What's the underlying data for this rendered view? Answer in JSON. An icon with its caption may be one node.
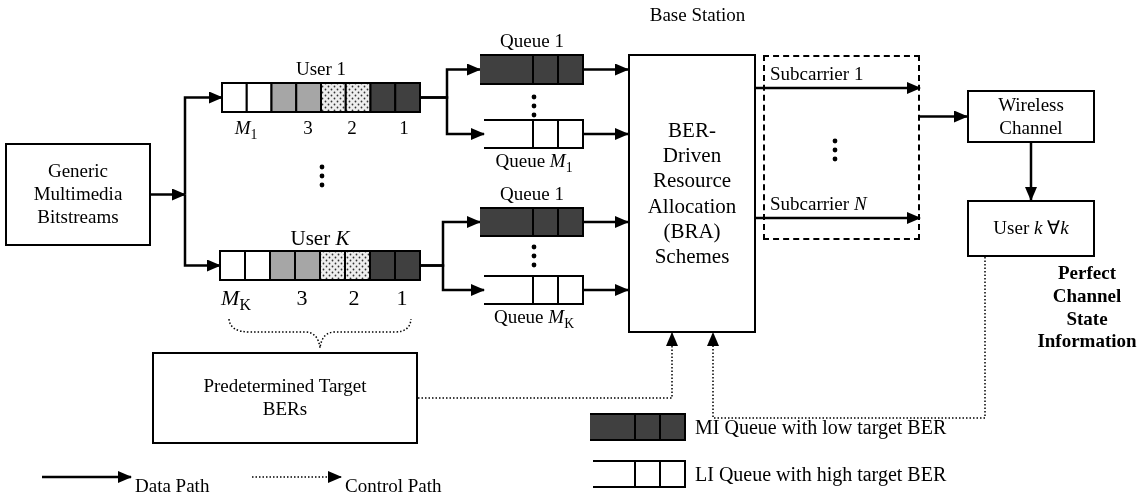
{
  "diagram": {
    "nodes": [
      {
        "text": [
          "Generic Multimedia Bitstreams"
        ]
      },
      {
        "text": [
          "User 1"
        ],
        "beside": [
          "*M*$_{1}$",
          "3",
          "2",
          "1"
        ]
      },
      {
        "text": [
          "User *K*"
        ],
        "beside": [
          "*M*$_{K}$",
          "3",
          "2",
          "1"
        ]
      },
      {
        "text": [
          "Queue 1"
        ]
      },
      {
        "text": [
          "Queue *M*$_{1}$"
        ]
      },
      {
        "text": [
          "Queue 1"
        ]
      },
      {
        "text": [
          "Queue *M*$_{K}$"
        ]
      },
      {
        "text": [
          "BER-Driven Resource Allocation (BRA) Schemes"
        ]
      },
      {
        "text": [],
        "shape": "box"
      },
      {
        "text": [
          "Wireless Channel"
        ]
      },
      {
        "text": [
          "User *k* ∀*k*"
        ]
      },
      {
        "text": [
          "Predetermined Target BERs"
        ]
      }
    ],
    "edges": [
      {
        "from": 0,
        "to": 1,
        "arrow": "to"
      },
      {
        "from": 0,
        "to": 2,
        "arrow": "to"
      },
      {
        "from": 1,
        "to": 3,
        "arrow": "to"
      },
      {
        "from": 1,
        "to": 4,
        "arrow": "to"
      },
      {
        "from": 2,
        "to": 5,
        "arrow": "to"
      },
      {
        "from": 2,
        "to": 6,
        "arrow": "to"
      },
      {
        "from": 3,
        "to": 7,
        "arrow": "to"
      },
      {
        "from": 4,
        "to": 7,
        "arrow": "to"
      },
      {
        "from": 5,
        "to": 7,
        "arrow": "to"
      },
      {
        "from": 6,
        "to": 7,
        "arrow": "to"
      },
      {
        "from": 7,
        "to": 8,
        "arrow": "to",
        "label": "Subcarrier 1"
      },
      {
        "from": 7,
        "to": 8,
        "arrow": "to",
        "label": "Subcarrier *N*"
      },
      {
        "from": 8,
        "to": 9,
        "arrow": "to"
      },
      {
        "from": 9,
        "to": 10,
        "arrow": "to"
      },
      {
        "from": 11,
        "to": 7,
        "arrow": "to",
        "style": "dashed"
      },
      {
        "from": 10,
        "to": 7,
        "arrow": "to",
        "style": "dashed"
      }
    ],
    "labels": [
      "Base Station",
      "Perfect Channel State Information"
    ],
    "legend": [
      {
        "text": "MI Queue with low target BER"
      },
      {
        "text": "LI Queue with high target BER"
      },
      {
        "text": "Data Path"
      },
      {
        "text": "Control Path"
      }
    ]
  }
}
